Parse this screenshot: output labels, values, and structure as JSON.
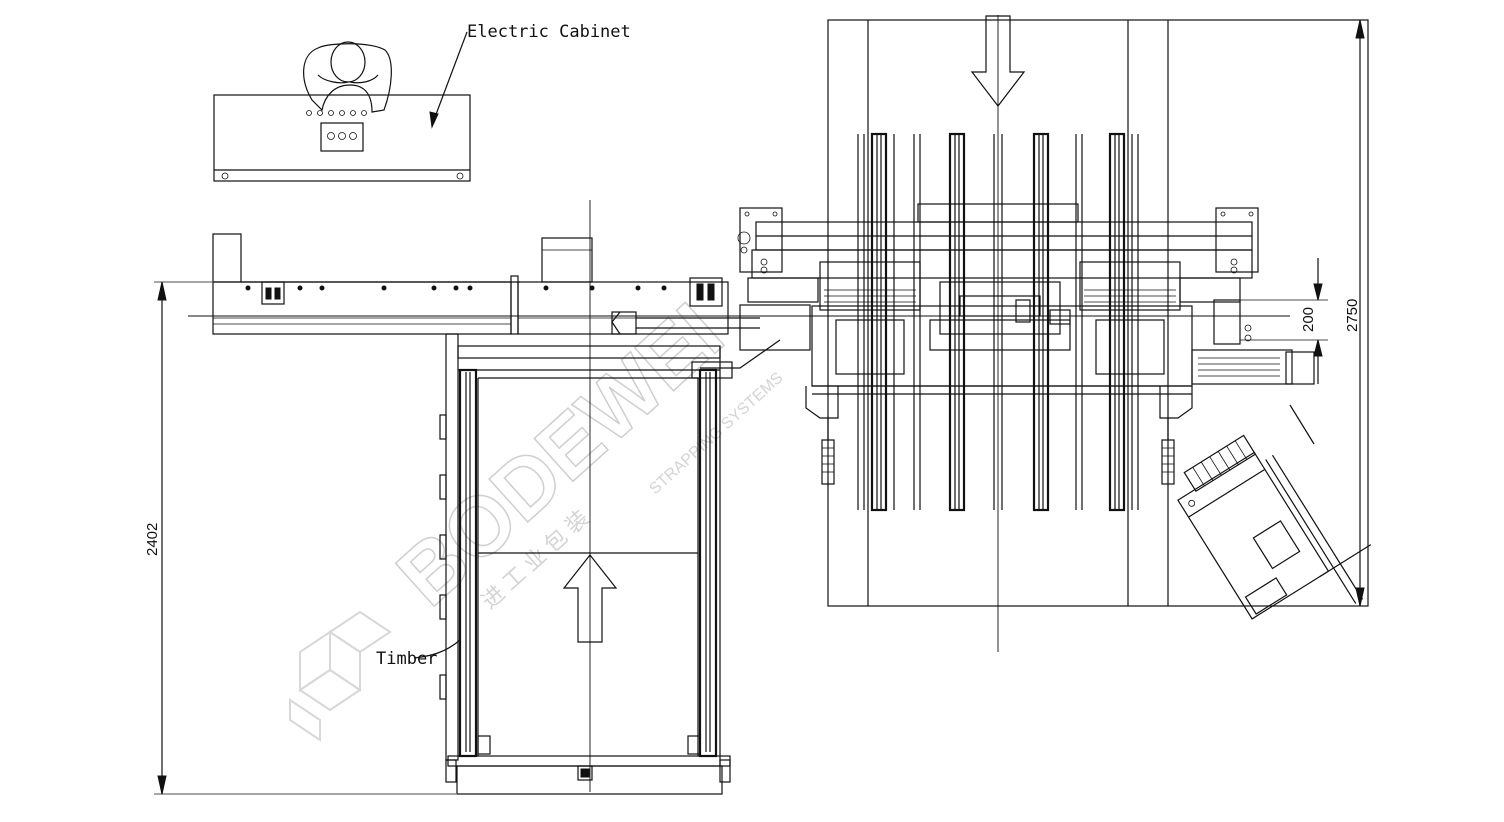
{
  "labels": {
    "electric_cabinet": "Electric Cabinet",
    "timber": "Timber"
  },
  "dimensions": {
    "left_height": "2402",
    "right_height": "2750",
    "offset": "200"
  },
  "watermark": {
    "brand": "BODEWEI",
    "tagline": "STRAPPING SYSTEMS",
    "chinese": "进 工 业 包 装"
  },
  "colors": {
    "line": "#111111",
    "background": "#ffffff",
    "watermark": "#cfcfcf"
  }
}
